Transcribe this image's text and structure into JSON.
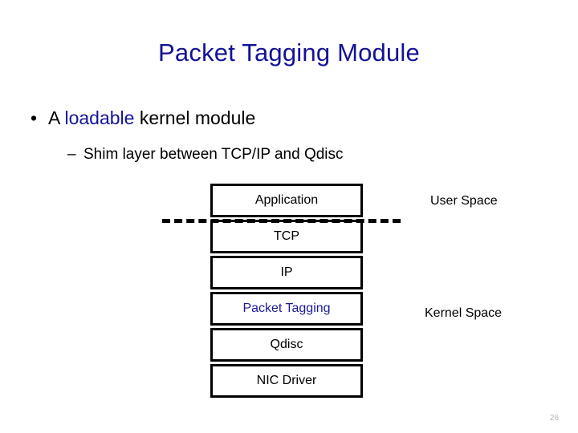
{
  "slide": {
    "title": "Packet Tagging Module",
    "page_number": "26",
    "title_color": "#121298",
    "accent_color": "#1a1a9c",
    "body_color": "#000000",
    "background": "#ffffff"
  },
  "bullets": {
    "level1": {
      "marker": "•",
      "parts": [
        {
          "text": "A ",
          "color": "#000000"
        },
        {
          "text": "loadable",
          "color": "#141499"
        },
        {
          "text": " kernel module",
          "color": "#000000"
        }
      ],
      "full_text": "A loadable kernel module"
    },
    "level2": {
      "marker": "–",
      "text": "Shim layer between TCP/IP and Qdisc"
    }
  },
  "diagram": {
    "type": "network-stack",
    "boxes": [
      {
        "label": "Application",
        "highlight": false
      },
      {
        "label": "TCP",
        "highlight": false
      },
      {
        "label": "IP",
        "highlight": false
      },
      {
        "label": "Packet Tagging",
        "highlight": true
      },
      {
        "label": "Qdisc",
        "highlight": false
      },
      {
        "label": "NIC Driver",
        "highlight": false
      }
    ],
    "boundary": {
      "name": "user-kernel-boundary",
      "style": "dashed",
      "after_box_index": 0
    },
    "side_labels": {
      "user_space": "User Space",
      "kernel_space": "Kernel Space"
    }
  }
}
